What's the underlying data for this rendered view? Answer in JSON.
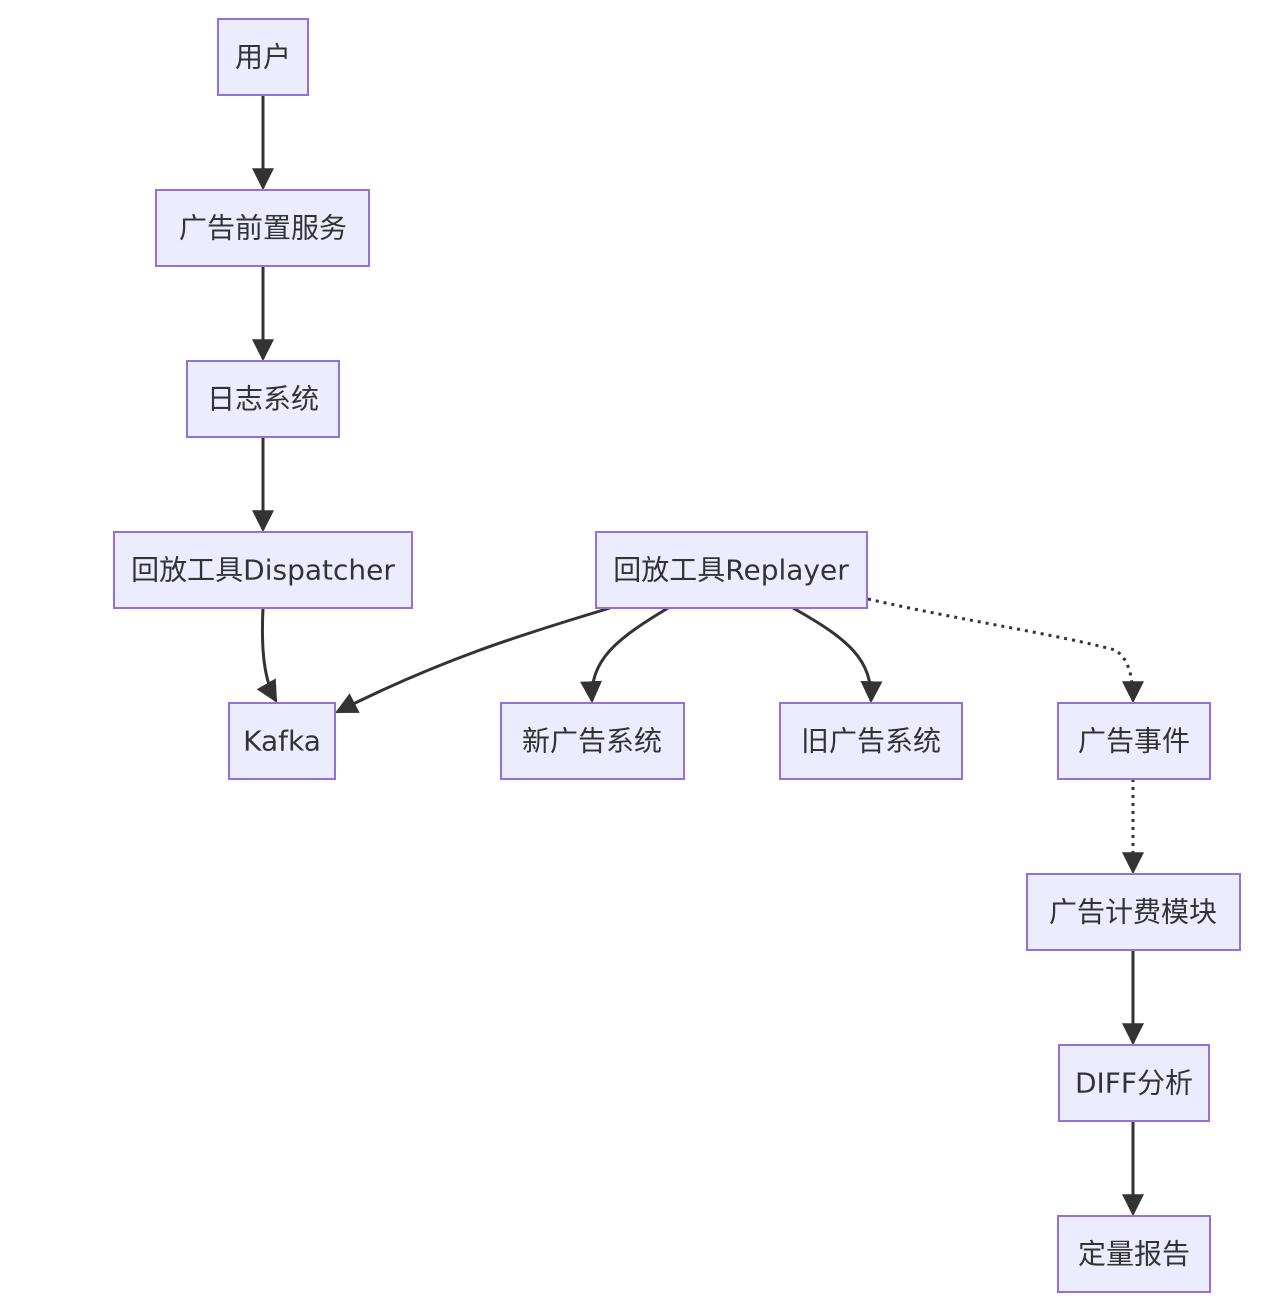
{
  "diagram": {
    "type": "flowchart",
    "colors": {
      "node_fill": "#ECECFF",
      "node_border": "#9370DB",
      "edge": "#333333",
      "text": "#333333"
    },
    "nodes": {
      "user": "用户",
      "ad_front": "广告前置服务",
      "log_system": "日志系统",
      "dispatcher": "回放工具Dispatcher",
      "replayer": "回放工具Replayer",
      "kafka": "Kafka",
      "new_ad_system": "新广告系统",
      "old_ad_system": "旧广告系统",
      "ad_event": "广告事件",
      "billing": "广告计费模块",
      "diff": "DIFF分析",
      "report": "定量报告"
    },
    "edges": [
      {
        "from": "user",
        "to": "ad_front",
        "style": "solid"
      },
      {
        "from": "ad_front",
        "to": "log_system",
        "style": "solid"
      },
      {
        "from": "log_system",
        "to": "dispatcher",
        "style": "solid"
      },
      {
        "from": "dispatcher",
        "to": "kafka",
        "style": "solid"
      },
      {
        "from": "replayer",
        "to": "kafka",
        "style": "solid"
      },
      {
        "from": "replayer",
        "to": "new_ad_system",
        "style": "solid"
      },
      {
        "from": "replayer",
        "to": "old_ad_system",
        "style": "solid"
      },
      {
        "from": "replayer",
        "to": "ad_event",
        "style": "dotted"
      },
      {
        "from": "ad_event",
        "to": "billing",
        "style": "dotted"
      },
      {
        "from": "billing",
        "to": "diff",
        "style": "solid"
      },
      {
        "from": "diff",
        "to": "report",
        "style": "solid"
      }
    ]
  }
}
